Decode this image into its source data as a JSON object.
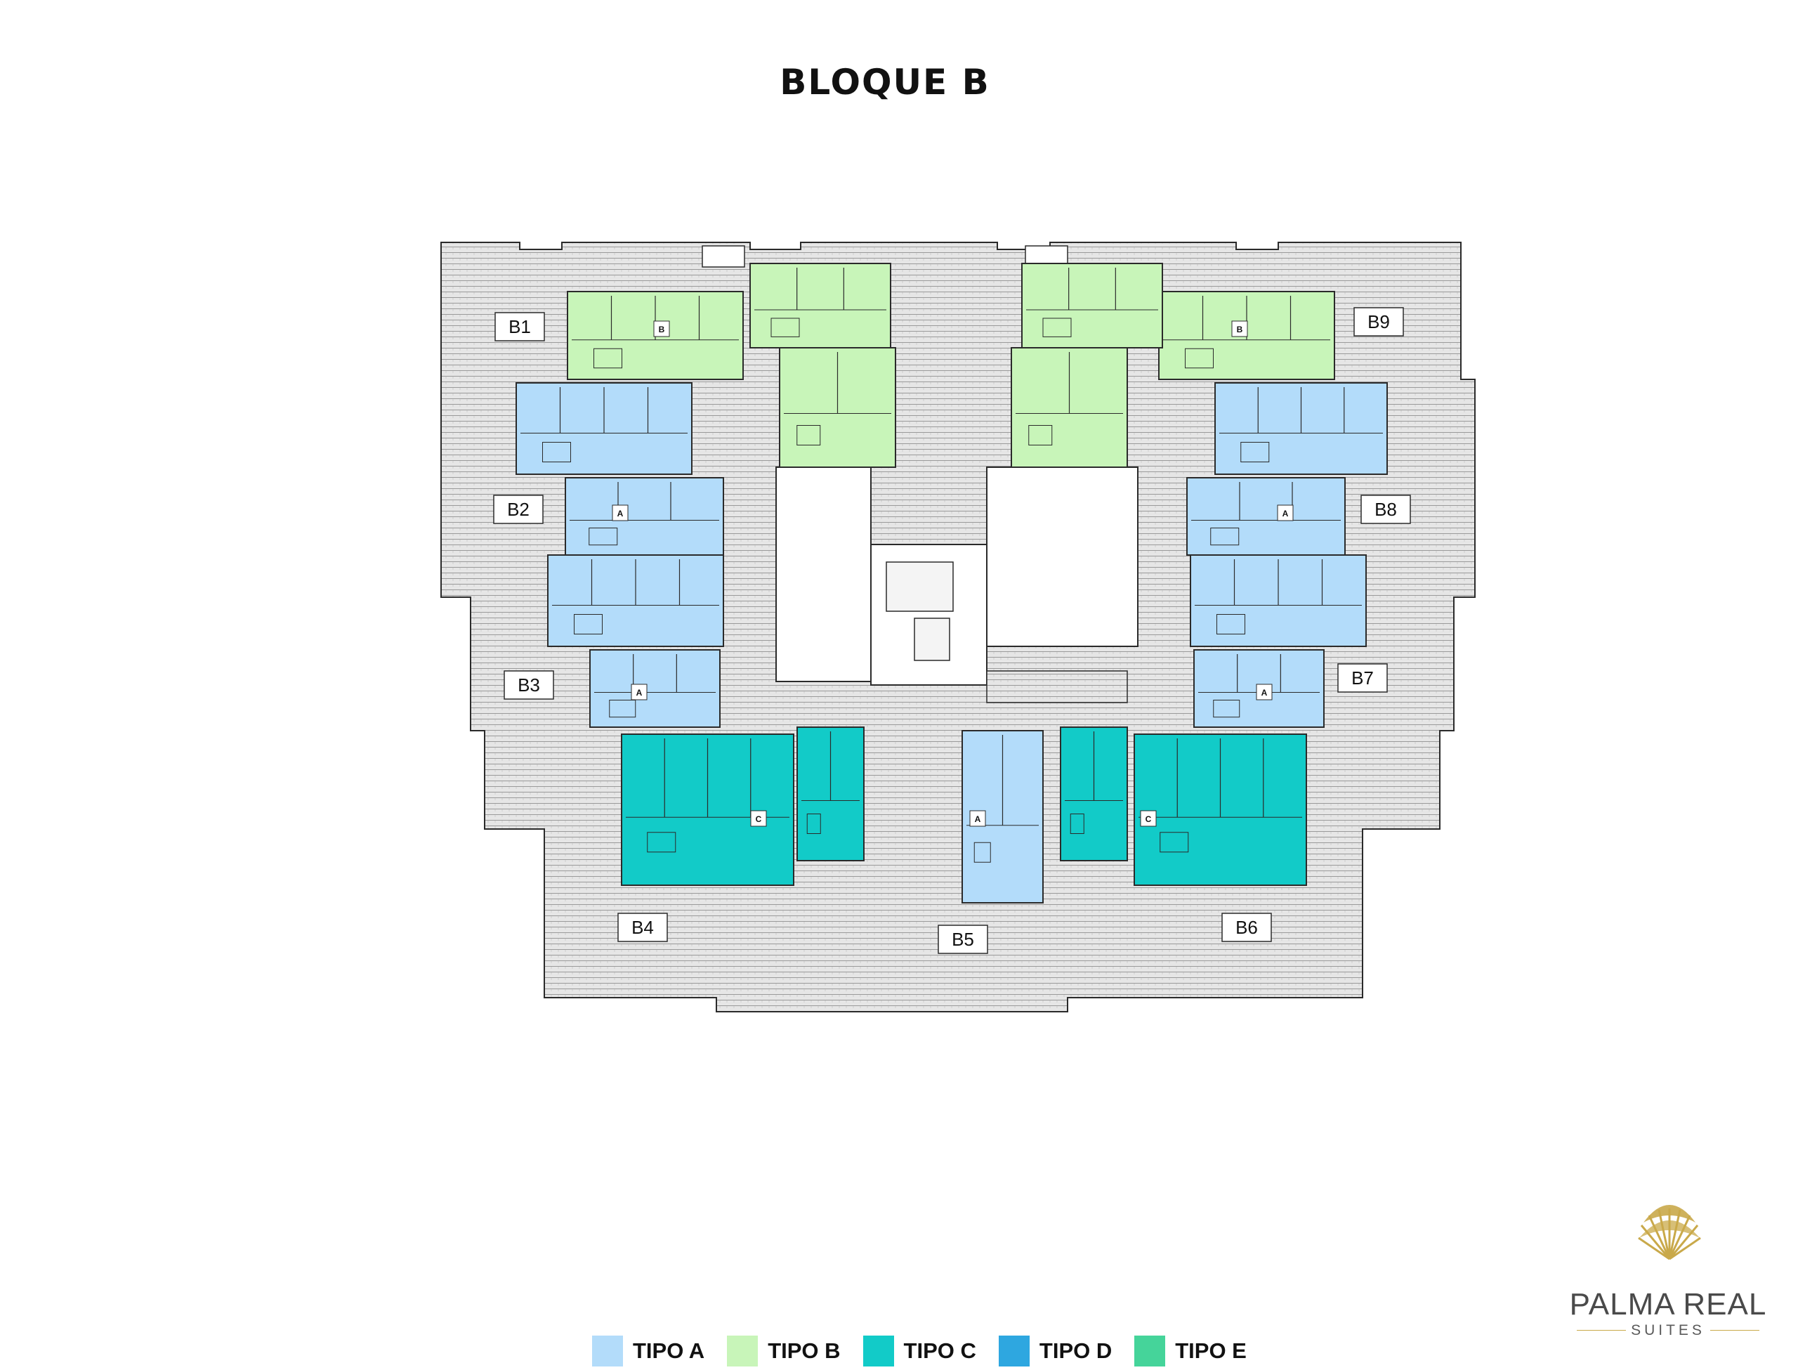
{
  "title": "BLOQUE B",
  "colors": {
    "tipo_a": "#b3dcfa",
    "tipo_b": "#c8f5b9",
    "tipo_c": "#12cbc8",
    "tipo_d": "#2ea7e0",
    "tipo_e": "#45d49a",
    "terrace": "#e4e4e4",
    "core": "#ffffff",
    "wall": "#2a2a2a",
    "gold": "#c9a94a"
  },
  "units": [
    {
      "id": "B1",
      "type": "B"
    },
    {
      "id": "B2",
      "type": "A"
    },
    {
      "id": "B3",
      "type": "A"
    },
    {
      "id": "B4",
      "type": "C"
    },
    {
      "id": "B5",
      "type": "A"
    },
    {
      "id": "B6",
      "type": "C"
    },
    {
      "id": "B7",
      "type": "A"
    },
    {
      "id": "B8",
      "type": "A"
    },
    {
      "id": "B9",
      "type": "B"
    }
  ],
  "legend": [
    {
      "label": "TIPO A",
      "color_key": "tipo_a"
    },
    {
      "label": "TIPO B",
      "color_key": "tipo_b"
    },
    {
      "label": "TIPO C",
      "color_key": "tipo_c"
    },
    {
      "label": "TIPO D",
      "color_key": "tipo_d"
    },
    {
      "label": "TIPO E",
      "color_key": "tipo_e"
    }
  ],
  "brand": {
    "name": "PALMA REAL",
    "subtitle": "SUITES",
    "logo_icon": "palm-fan-icon"
  }
}
